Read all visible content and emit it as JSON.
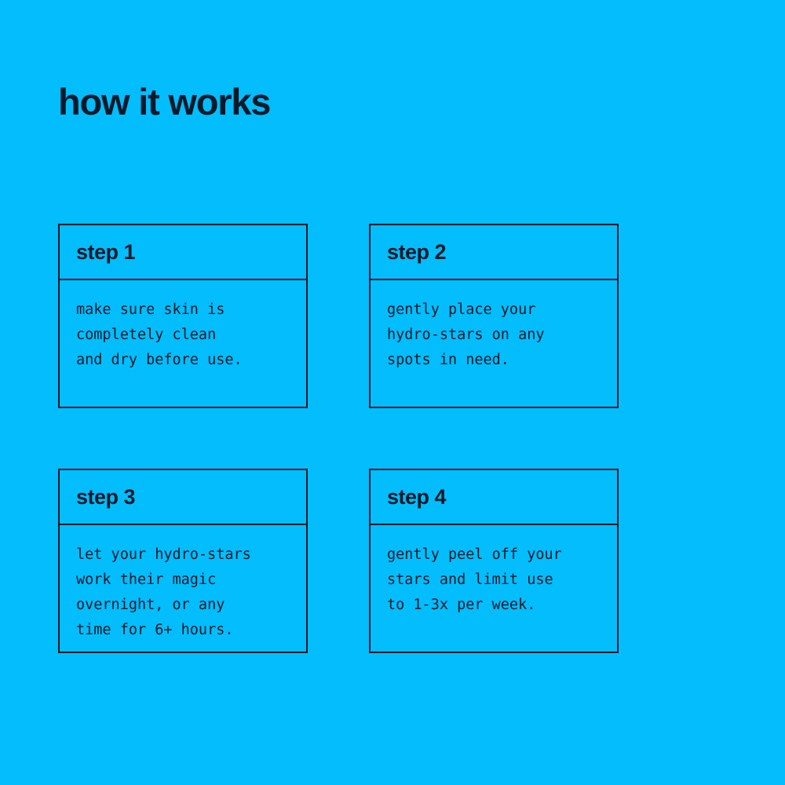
{
  "theme": {
    "background_color": "#03bdfc",
    "ink_color": "#0a1a2a"
  },
  "header": {
    "title": "how it works"
  },
  "steps": [
    {
      "label": "step 1",
      "text": "make sure skin is\ncompletely clean\nand dry before use."
    },
    {
      "label": "step 2",
      "text": "gently place your\nhydro-stars on any\nspots in need."
    },
    {
      "label": "step 3",
      "text": "let your hydro-stars\nwork their magic\novernight, or any\ntime for 6+ hours."
    },
    {
      "label": "step 4",
      "text": "gently peel off your\nstars and limit use\nto 1-3x per week."
    }
  ]
}
